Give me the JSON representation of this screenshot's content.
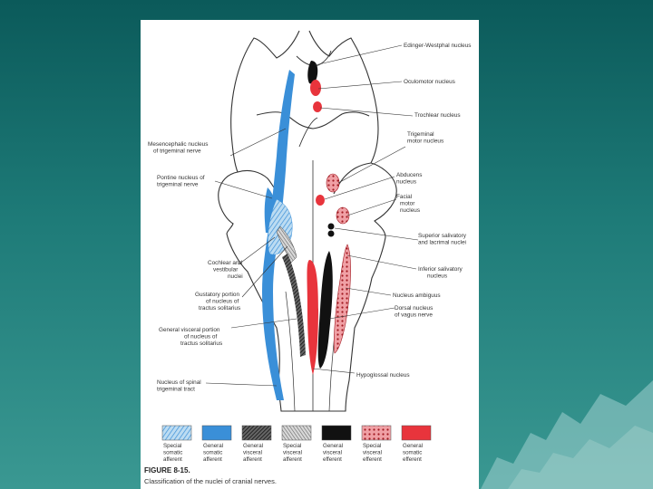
{
  "labels": {
    "edinger": "Edinger-Westphal nucleus",
    "oculomotor": "Oculomotor nucleus",
    "trochlear": "Trochlear nucleus",
    "trigeminal_motor": [
      "Trigeminal",
      "motor nucleus"
    ],
    "mesencephalic": [
      "Mesencephalic nucleus",
      "of trigeminal nerve"
    ],
    "pontine": [
      "Pontine nucleus of",
      "trigeminal nerve"
    ],
    "abducens": [
      "Abducens",
      "nucleus"
    ],
    "facial": [
      "Facial",
      "motor",
      "nucleus"
    ],
    "salivatory": [
      "Superior salivatory",
      "and lacrimal nuclei"
    ],
    "cochlear": [
      "Cochlear and",
      "vestibular",
      "nuclei"
    ],
    "inferior_salivatory": [
      "Inferior salivatory",
      "nucleus"
    ],
    "gustatory": [
      "Gustatory portion",
      "of nucleus of",
      "tractus solitarius"
    ],
    "ambiguus": "Nucleus ambiguus",
    "dorsal_vagus": [
      "Dorsal nucleus",
      "of vagus nerve"
    ],
    "general_visceral_portion": [
      "General visceral portion",
      "of nucleus of",
      "tractus solitarius"
    ],
    "hypoglossal": "Hypoglossal nucleus",
    "spinal_trigeminal": [
      "Nucleus of spinal",
      "trigeminal tract"
    ]
  },
  "legend": [
    {
      "label": [
        "Special",
        "somatic",
        "afferent"
      ],
      "color": "#5aa6e0",
      "pattern": "hatch-blue"
    },
    {
      "label": [
        "General",
        "somatic",
        "afferent"
      ],
      "color": "#3a8fd8",
      "pattern": "solid"
    },
    {
      "label": [
        "General",
        "visceral",
        "afferent"
      ],
      "color": "#222222",
      "pattern": "hatch-dark"
    },
    {
      "label": [
        "Special",
        "visceral",
        "afferent"
      ],
      "color": "#777777",
      "pattern": "hatch-gray"
    },
    {
      "label": [
        "General",
        "visceral",
        "efferent"
      ],
      "color": "#111111",
      "pattern": "solid"
    },
    {
      "label": [
        "Special",
        "visceral",
        "efferent"
      ],
      "color": "#e05560",
      "pattern": "dotted-red"
    },
    {
      "label": [
        "General",
        "somatic",
        "efferent"
      ],
      "color": "#e8343c",
      "pattern": "solid"
    }
  ],
  "caption": {
    "title": "FIGURE 8-15.",
    "text": "Classification of the nuclei of cranial nerves."
  }
}
